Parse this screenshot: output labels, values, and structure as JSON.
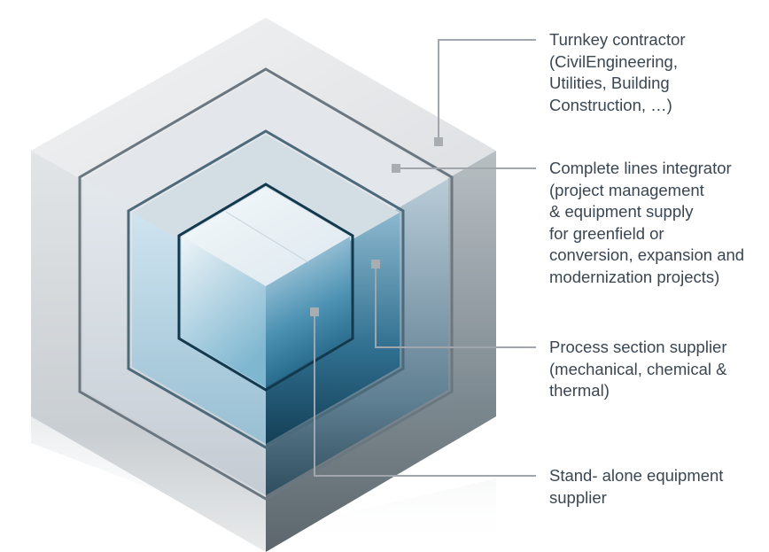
{
  "colors": {
    "outer_face": "#dcdfe2",
    "outer_side": "#8d989e",
    "inner_blue": "#5f9fbc",
    "deep_blue": "#1e4d66",
    "line": "#9aa0a5",
    "marker": "#a7acb0",
    "text": "#3a4652"
  },
  "levels": [
    {
      "id": "turnkey",
      "lines": [
        "Turnkey contractor",
        "(CivilEngineering,",
        "Utilities, Building",
        "Construction, …)"
      ]
    },
    {
      "id": "integrator",
      "lines": [
        "Complete lines integrator",
        "(project management",
        "& equipment supply",
        "for greenfield or",
        "conversion, expansion and",
        "modernization projects)"
      ]
    },
    {
      "id": "process",
      "lines": [
        "Process section supplier",
        "(mechanical, chemical &",
        "thermal)"
      ]
    },
    {
      "id": "standalone",
      "lines": [
        "Stand- alone equipment",
        "supplier"
      ]
    }
  ]
}
